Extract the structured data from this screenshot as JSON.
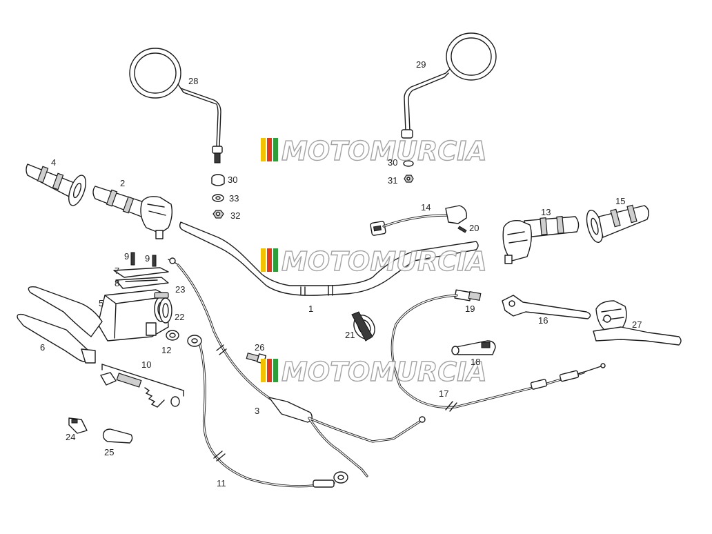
{
  "watermark": {
    "text": "MOTOMURCIA",
    "colors": [
      "#f2c200",
      "#e23b1b",
      "#2e9e3a"
    ]
  },
  "labels": {
    "p1": "1",
    "p2": "2",
    "p3": "3",
    "p4": "4",
    "p5": "5",
    "p6": "6",
    "p7": "7",
    "p8": "8",
    "p9a": "9",
    "p9b": "9",
    "p10": "10",
    "p11": "11",
    "p12": "12",
    "p13": "13",
    "p14": "14",
    "p15": "15",
    "p16": "16",
    "p17": "17",
    "p18": "18",
    "p19": "19",
    "p20": "20",
    "p21": "21",
    "p22": "22",
    "p23": "23",
    "p24": "24",
    "p25": "25",
    "p26": "26",
    "p27": "27",
    "p28": "28",
    "p29": "29",
    "p30a": "30",
    "p30b": "30",
    "p31": "31",
    "p32": "32",
    "p33": "33"
  }
}
